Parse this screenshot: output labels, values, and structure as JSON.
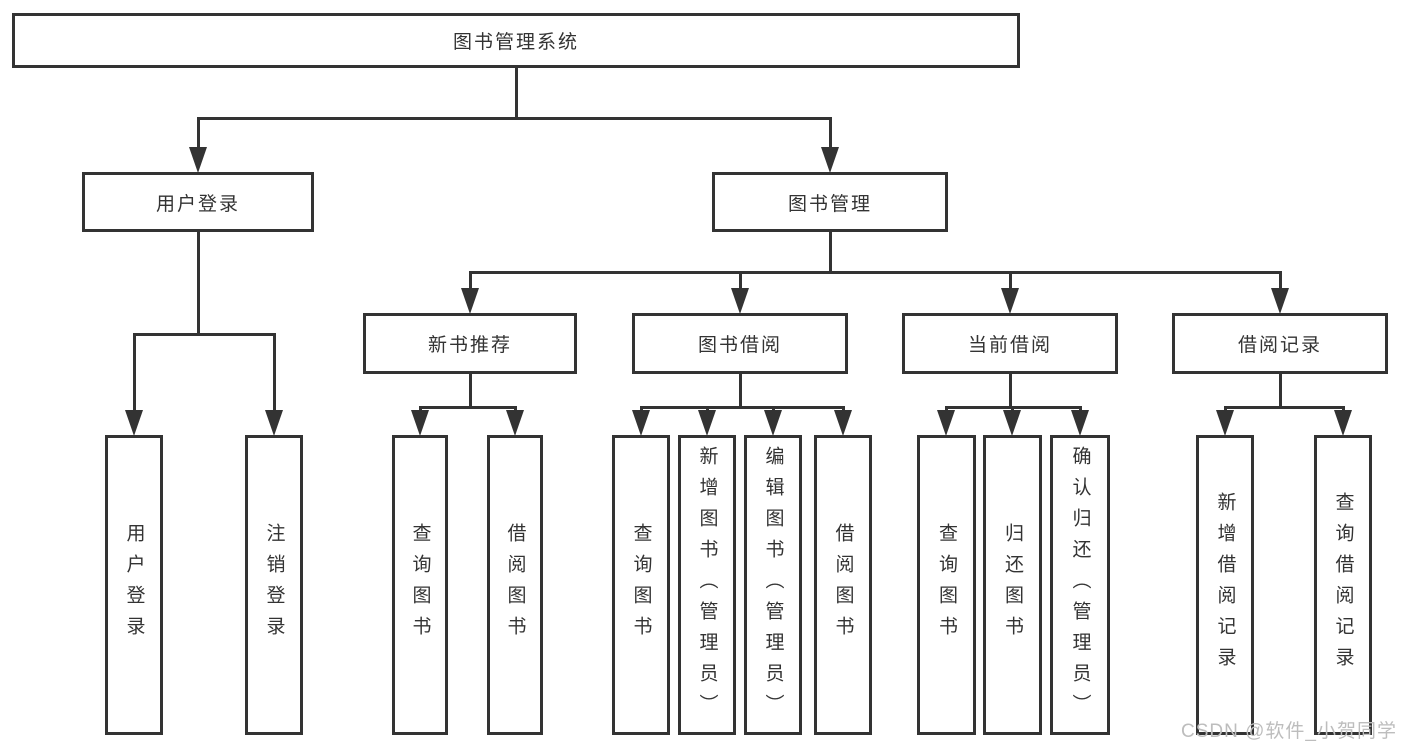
{
  "tree": {
    "label": "图书管理系统",
    "children": [
      {
        "label": "用户登录",
        "children": [
          {
            "label": "用户登录"
          },
          {
            "label": "注销登录"
          }
        ]
      },
      {
        "label": "图书管理",
        "children": [
          {
            "label": "新书推荐",
            "children": [
              {
                "label": "查询图书"
              },
              {
                "label": "借阅图书"
              }
            ]
          },
          {
            "label": "图书借阅",
            "children": [
              {
                "label": "查询图书"
              },
              {
                "label": "新增图书（管理员）"
              },
              {
                "label": "编辑图书（管理员）"
              },
              {
                "label": "借阅图书"
              }
            ]
          },
          {
            "label": "当前借阅",
            "children": [
              {
                "label": "查询图书"
              },
              {
                "label": "归还图书"
              },
              {
                "label": "确认归还（管理员）"
              }
            ]
          },
          {
            "label": "借阅记录",
            "children": [
              {
                "label": "新增借阅记录"
              },
              {
                "label": "查询借阅记录"
              }
            ]
          }
        ]
      }
    ]
  },
  "watermark": {
    "text": "CSDN @软件_小贺同学"
  },
  "colors": {
    "line": "#333333",
    "box_border": "#333333",
    "box_bg": "#ffffff",
    "text": "#333333",
    "watermark": "#bdbdbd",
    "page_bg": "#ffffff"
  }
}
